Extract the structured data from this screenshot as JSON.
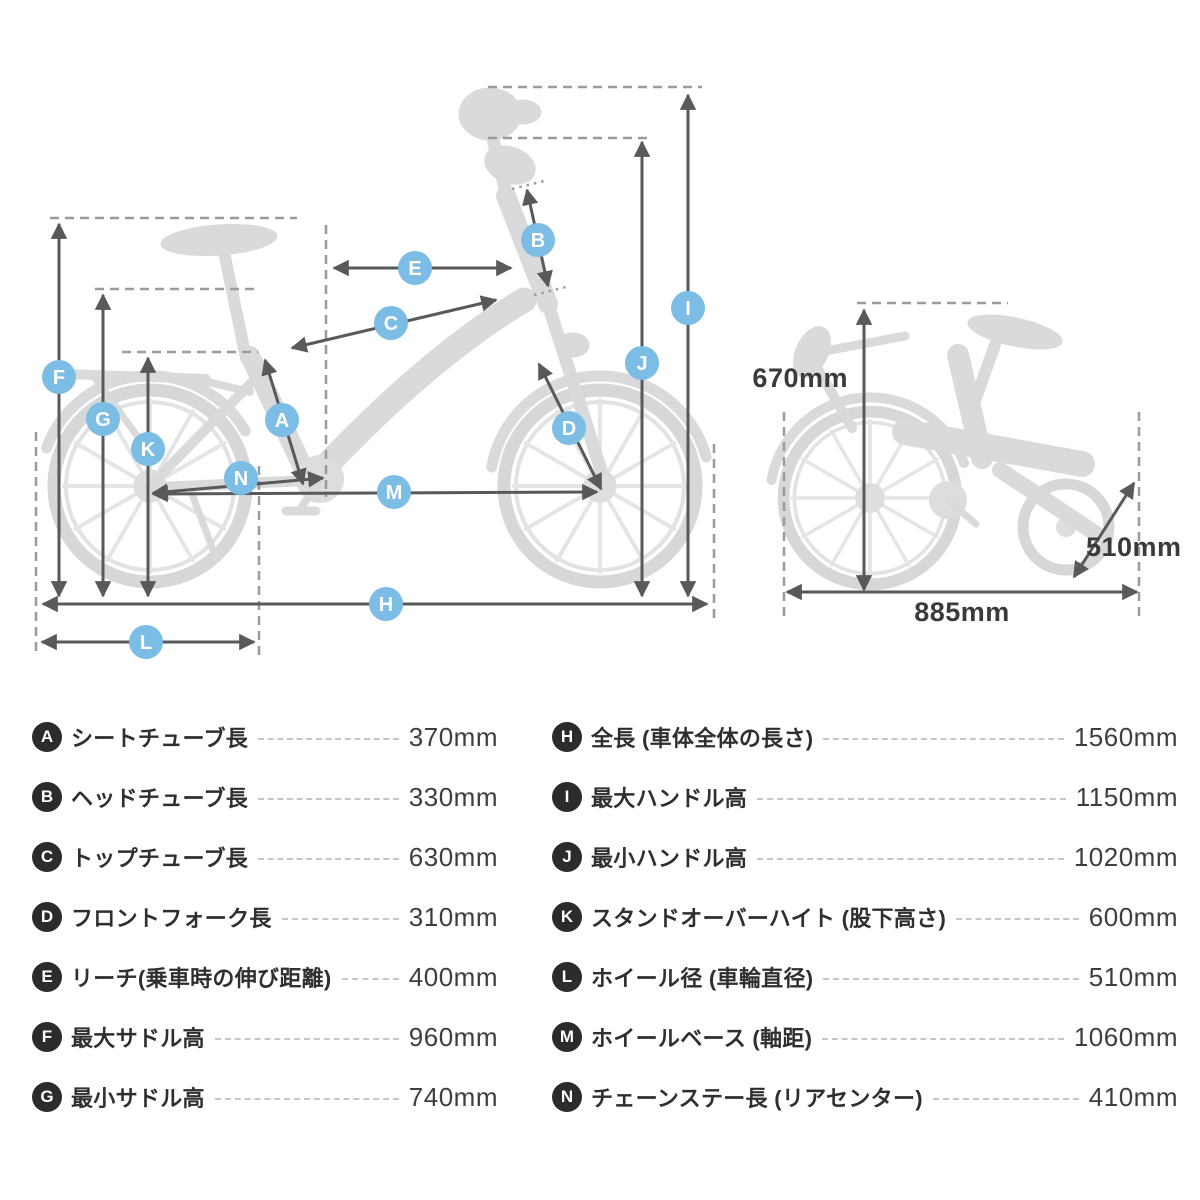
{
  "colors": {
    "accent_badge_blue": "#7bbde4",
    "badge_dark": "#2b2b2b",
    "arrow_gray": "#58595b",
    "reference_dash_gray": "#9b9b9b",
    "silhouette_gray": "#d9dadb",
    "leader_dash": "#c6c6c6"
  },
  "diagram": {
    "folded": {
      "height": "670mm",
      "length": "885mm",
      "width": "510mm"
    }
  },
  "specs": {
    "left": [
      {
        "letter": "A",
        "label": "シートチューブ長",
        "value": "370mm"
      },
      {
        "letter": "B",
        "label": "ヘッドチューブ長",
        "value": "330mm"
      },
      {
        "letter": "C",
        "label": "トップチューブ長",
        "value": "630mm"
      },
      {
        "letter": "D",
        "label": "フロントフォーク長",
        "value": "310mm"
      },
      {
        "letter": "E",
        "label": "リーチ(乗車時の伸び距離)",
        "value": "400mm"
      },
      {
        "letter": "F",
        "label": "最大サドル高",
        "value": "960mm"
      },
      {
        "letter": "G",
        "label": "最小サドル高",
        "value": "740mm"
      }
    ],
    "right": [
      {
        "letter": "H",
        "label": "全長 (車体全体の長さ)",
        "value": "1560mm"
      },
      {
        "letter": "I",
        "label": "最大ハンドル高",
        "value": "1150mm"
      },
      {
        "letter": "J",
        "label": "最小ハンドル高",
        "value": "1020mm"
      },
      {
        "letter": "K",
        "label": "スタンドオーバーハイト (股下高さ)",
        "value": "600mm"
      },
      {
        "letter": "L",
        "label": "ホイール径 (車輪直径)",
        "value": "510mm"
      },
      {
        "letter": "M",
        "label": "ホイールベース (軸距)",
        "value": "1060mm"
      },
      {
        "letter": "N",
        "label": "チェーンステー長 (リアセンター)",
        "value": "410mm"
      }
    ]
  }
}
